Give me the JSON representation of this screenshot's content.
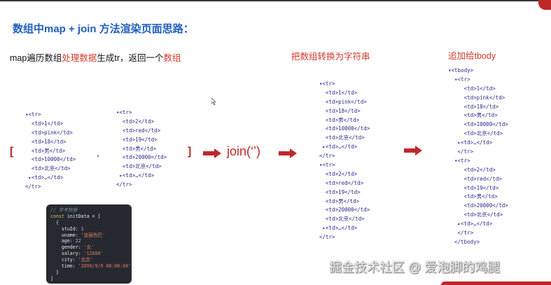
{
  "title": "数组中map + join 方法渲染页面思路：",
  "step1": {
    "prefix": "map遍历数组",
    "hl1": "处理数据",
    "middle": "生成tr，返回一个",
    "hl2": "数组"
  },
  "step2_title": "把数组转换为字符串",
  "step3_title": "追加给tbody",
  "bracket_open": "[",
  "bracket_close": "]",
  "comma": ",",
  "join_label": "join(‘’)",
  "tr1": [
    "▾<tr>",
    "  <td>1</td>",
    "  <td>pink</td>",
    "  <td>18</td>",
    "  <td>男</td>",
    "  <td>10000</td>",
    "  <td>北京</td>",
    " ▸<td>…</td>",
    "</tr>"
  ],
  "tr2": [
    "▾<tr>",
    "  <td>2</td>",
    "  <td>red</td>",
    "  <td>19</td>",
    "  <td>男</td>",
    "  <td>20000</td>",
    "  <td>北京</td>",
    " ▸<td>…</td>",
    "</tr>"
  ],
  "joined": [
    "▾<tr>",
    "  <td>1</td>",
    "  <td>pink</td>",
    "  <td>18</td>",
    "  <td>男</td>",
    "  <td>10000</td>",
    "  <td>北京</td>",
    " ▸<td>…</td>",
    "</tr>",
    "▾<tr>",
    "  <td>2</td>",
    "  <td>red</td>",
    "  <td>19</td>",
    "  <td>男</td>",
    "  <td>20000</td>",
    "  <td>北京</td>",
    " ▸<td>…</td>",
    "</tr>"
  ],
  "tbody": [
    "▾<tbody>",
    "  ▾<tr>",
    "     <td>1</td>",
    "     <td>pink</td>",
    "     <td>18</td>",
    "     <td>男</td>",
    "     <td>10000</td>",
    "     <td>北京</td>",
    "   ▸<td>…</td>",
    "   </tr>",
    "  ▾<tr>",
    "     <td>2</td>",
    "     <td>red</td>",
    "     <td>19</td>",
    "     <td>男</td>",
    "     <td>20000</td>",
    "     <td>北京</td>",
    "   ▸<td>…</td>",
    "   </tr>",
    "  </tbody>"
  ],
  "code_sample": {
    "comment": "// 参考数据",
    "decl_kw": "const",
    "decl_name": " initData = [",
    "open": "  {",
    "fields": [
      {
        "key": "    stuId: ",
        "val": "1",
        "kind": "num"
      },
      {
        "key": "    uname: ",
        "val": "'迪丽热巴'",
        "kind": "str"
      },
      {
        "key": "    age: ",
        "val": "22",
        "kind": "num"
      },
      {
        "key": "    gender: ",
        "val": "'女'",
        "kind": "str"
      },
      {
        "key": "    salary: ",
        "val": "'12000'",
        "kind": "str"
      },
      {
        "key": "    city: ",
        "val": "'北京'",
        "kind": "str"
      },
      {
        "key": "    time: ",
        "val": "'2099/9/9 08:08:08'",
        "kind": "str"
      }
    ],
    "close_obj": "  }",
    "close_arr": "]"
  },
  "watermark": "掘金技术社区 @ 爱泡脚的鸡腿",
  "colors": {
    "accent": "#c0282a",
    "title_blue": "#1f5fbf",
    "code_blue": "#2a2a8a"
  }
}
